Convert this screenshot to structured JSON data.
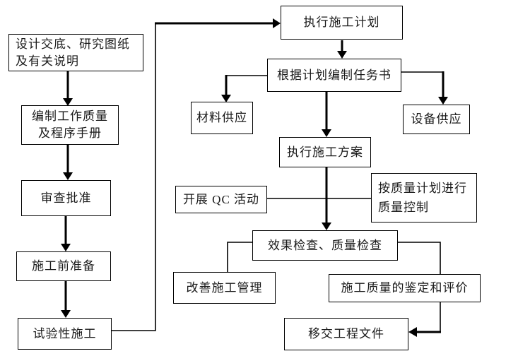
{
  "diagram": {
    "kind": "flowchart",
    "language": "zh-CN",
    "colors": {
      "line": "#000000",
      "box_border": "#000000",
      "box_fill": "#ffffff",
      "text": "#1a1a1a",
      "background": "#ffffff"
    },
    "nodes": [
      {
        "id": "design",
        "lines": [
          "设计交底、研究图纸",
          "及有关说明"
        ]
      },
      {
        "id": "manual",
        "lines": [
          "编制工作质量",
          "及程序手册"
        ]
      },
      {
        "id": "review",
        "lines": [
          "审查批准"
        ]
      },
      {
        "id": "prep",
        "lines": [
          "施工前准备"
        ]
      },
      {
        "id": "trial",
        "lines": [
          "试验性施工"
        ]
      },
      {
        "id": "plan",
        "lines": [
          "执行施工计划"
        ]
      },
      {
        "id": "task",
        "lines": [
          "根据计划编制任务书"
        ]
      },
      {
        "id": "material",
        "lines": [
          "材料供应"
        ]
      },
      {
        "id": "equipment",
        "lines": [
          "设备供应"
        ]
      },
      {
        "id": "scheme",
        "lines": [
          "执行施工方案"
        ]
      },
      {
        "id": "qc",
        "lines": [
          "开展 QC 活动"
        ]
      },
      {
        "id": "quality-control",
        "lines": [
          "按质量计划进行",
          "质量控制"
        ]
      },
      {
        "id": "check",
        "lines": [
          "效果检查、质量检查"
        ]
      },
      {
        "id": "improve",
        "lines": [
          "改善施工管理"
        ]
      },
      {
        "id": "appraisal",
        "lines": [
          "施工质量的鉴定和评价"
        ]
      },
      {
        "id": "handover",
        "lines": [
          "移交工程文件"
        ]
      }
    ],
    "connections": [
      {
        "from": "design",
        "to": "manual",
        "arrow": true
      },
      {
        "from": "manual",
        "to": "review",
        "arrow": true
      },
      {
        "from": "review",
        "to": "prep",
        "arrow": true
      },
      {
        "from": "prep",
        "to": "trial",
        "arrow": true
      },
      {
        "from": "trial",
        "to": "plan",
        "arrow": true
      },
      {
        "from": "plan",
        "to": "task",
        "arrow": true
      },
      {
        "from": "task",
        "to": "material",
        "arrow": true
      },
      {
        "from": "task",
        "to": "equipment",
        "arrow": true
      },
      {
        "from": "task",
        "to": "scheme",
        "arrow": true
      },
      {
        "from": "scheme",
        "to": "check",
        "arrow": true
      },
      {
        "from": "qc",
        "to": "quality-control",
        "arrow": false
      },
      {
        "from": "check",
        "to": "improve",
        "arrow": false
      },
      {
        "from": "check",
        "to": "appraisal",
        "arrow": false
      },
      {
        "from": "appraisal",
        "to": "handover",
        "arrow": true
      }
    ]
  }
}
